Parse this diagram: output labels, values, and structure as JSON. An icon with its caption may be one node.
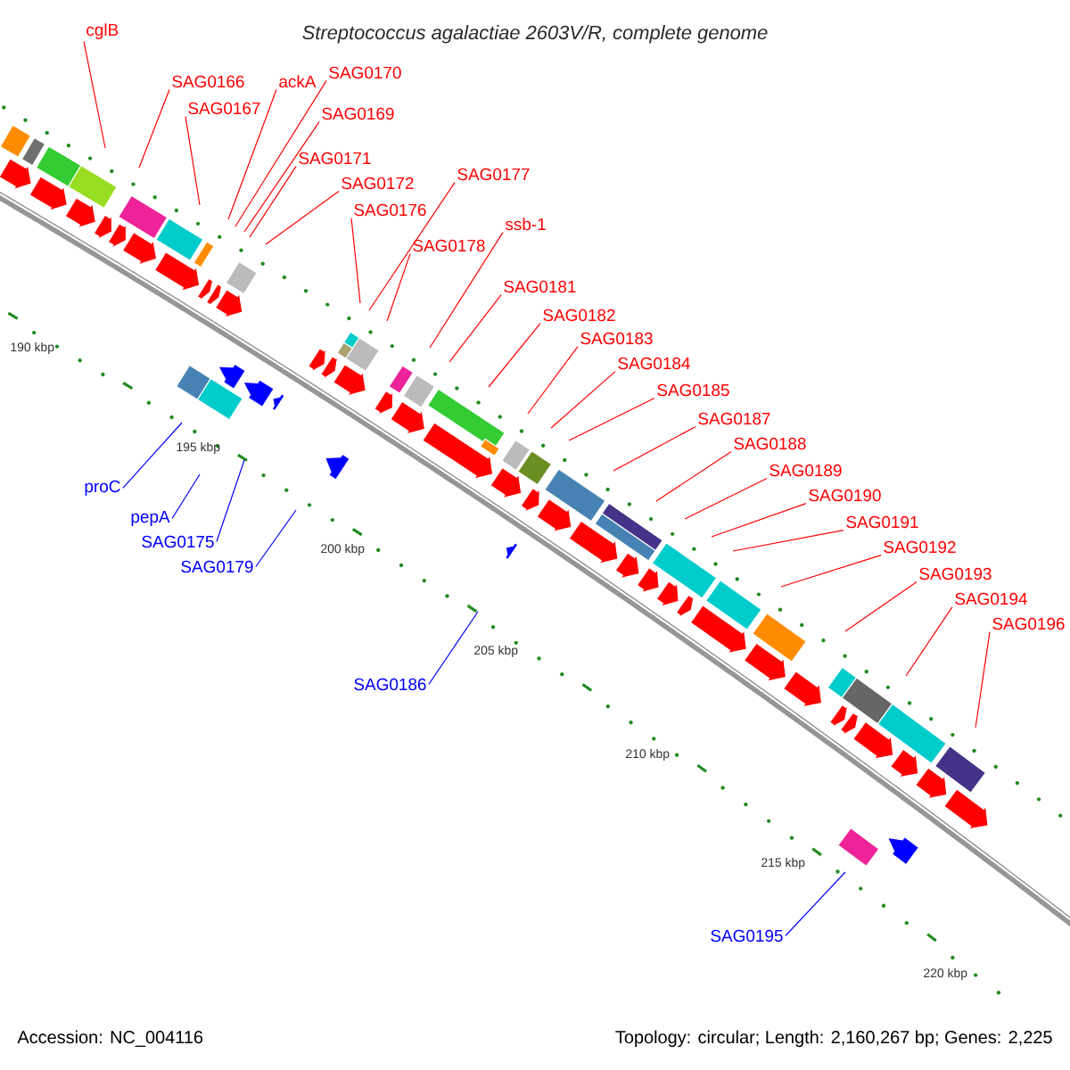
{
  "diagram": {
    "title": "Streptococcus agalactiae 2603V/R, complete genome",
    "nodes": [
      {
        "text": [
          "cglB"
        ]
      },
      {
        "text": [
          "SAG0166"
        ]
      },
      {
        "text": [
          "ackA"
        ]
      },
      {
        "text": [
          "SAG0170"
        ]
      },
      {
        "text": [
          "SAG0167"
        ]
      },
      {
        "text": [
          "SAG0169"
        ]
      },
      {
        "text": [
          "SAG0171"
        ]
      },
      {
        "text": [
          "SAG0172"
        ]
      },
      {
        "text": [
          "SAG0177"
        ]
      },
      {
        "text": [
          "SAG0176"
        ]
      },
      {
        "text": [
          "ssb-1"
        ]
      },
      {
        "text": [
          "SAG0178"
        ]
      },
      {
        "text": [
          "SAG0181"
        ]
      },
      {
        "text": [
          "SAG0182"
        ]
      },
      {
        "text": [
          "SAG0183"
        ]
      },
      {
        "text": [
          "SAG0184"
        ]
      },
      {
        "text": [
          "SAG0185"
        ]
      },
      {
        "text": [
          "SAG0187"
        ]
      },
      {
        "text": [
          "SAG0188"
        ]
      },
      {
        "text": [
          "SAG0189"
        ]
      },
      {
        "text": [
          "SAG0190"
        ]
      },
      {
        "text": [
          "SAG0191"
        ]
      },
      {
        "text": [
          "SAG0192"
        ]
      },
      {
        "text": [
          "SAG0193"
        ]
      },
      {
        "text": [
          "SAG0194"
        ]
      },
      {
        "text": [
          "SAG0196"
        ]
      },
      {
        "text": [
          "proC"
        ]
      },
      {
        "text": [
          "pepA"
        ]
      },
      {
        "text": [
          "SAG0175"
        ]
      },
      {
        "text": [
          "SAG0179"
        ]
      },
      {
        "text": [
          "SAG0186"
        ]
      },
      {
        "text": [
          "SAG0195"
        ]
      }
    ],
    "edges": [
      {
        "from": 0,
        "to": null,
        "arrow": "none"
      },
      {
        "from": 1,
        "to": null,
        "arrow": "none"
      },
      {
        "from": 2,
        "to": null,
        "arrow": "none"
      },
      {
        "from": 3,
        "to": null,
        "arrow": "none"
      },
      {
        "from": 4,
        "to": null,
        "arrow": "none"
      },
      {
        "from": 5,
        "to": null,
        "arrow": "none"
      },
      {
        "from": 6,
        "to": null,
        "arrow": "none"
      },
      {
        "from": 7,
        "to": null,
        "arrow": "none"
      },
      {
        "from": 8,
        "to": null,
        "arrow": "none"
      },
      {
        "from": 9,
        "to": null,
        "arrow": "none"
      },
      {
        "from": 10,
        "to": null,
        "arrow": "none"
      },
      {
        "from": 11,
        "to": null,
        "arrow": "none"
      },
      {
        "from": 12,
        "to": null,
        "arrow": "none"
      },
      {
        "from": 13,
        "to": null,
        "arrow": "none"
      },
      {
        "from": 14,
        "to": null,
        "arrow": "none"
      },
      {
        "from": 15,
        "to": null,
        "arrow": "none"
      },
      {
        "from": 16,
        "to": null,
        "arrow": "none"
      },
      {
        "from": 17,
        "to": null,
        "arrow": "none"
      },
      {
        "from": 18,
        "to": null,
        "arrow": "none"
      },
      {
        "from": 19,
        "to": null,
        "arrow": "none"
      },
      {
        "from": 20,
        "to": null,
        "arrow": "none"
      },
      {
        "from": 21,
        "to": null,
        "arrow": "none"
      },
      {
        "from": 22,
        "to": null,
        "arrow": "none"
      },
      {
        "from": 23,
        "to": null,
        "arrow": "none"
      },
      {
        "from": 24,
        "to": null,
        "arrow": "none"
      },
      {
        "from": 25,
        "to": null,
        "arrow": "none"
      },
      {
        "from": 26,
        "to": null,
        "arrow": "none",
        "color": "#0000ff"
      },
      {
        "from": 27,
        "to": null,
        "arrow": "none",
        "color": "#0000ff"
      },
      {
        "from": 28,
        "to": null,
        "arrow": "none",
        "color": "#0000ff"
      },
      {
        "from": 29,
        "to": null,
        "arrow": "none",
        "color": "#0000ff"
      },
      {
        "from": 30,
        "to": null,
        "arrow": "none",
        "color": "#0000ff"
      },
      {
        "from": 31,
        "to": null,
        "arrow": "none",
        "color": "#0000ff"
      }
    ],
    "labels": [
      "190 kbp",
      "195 kbp",
      "200 kbp",
      "205 kbp",
      "210 kbp",
      "215 kbp",
      "220 kbp",
      "Accession: NC_004116",
      "Topology: circular; Length: 2,160,267 bp; Genes: 2,225"
    ]
  }
}
